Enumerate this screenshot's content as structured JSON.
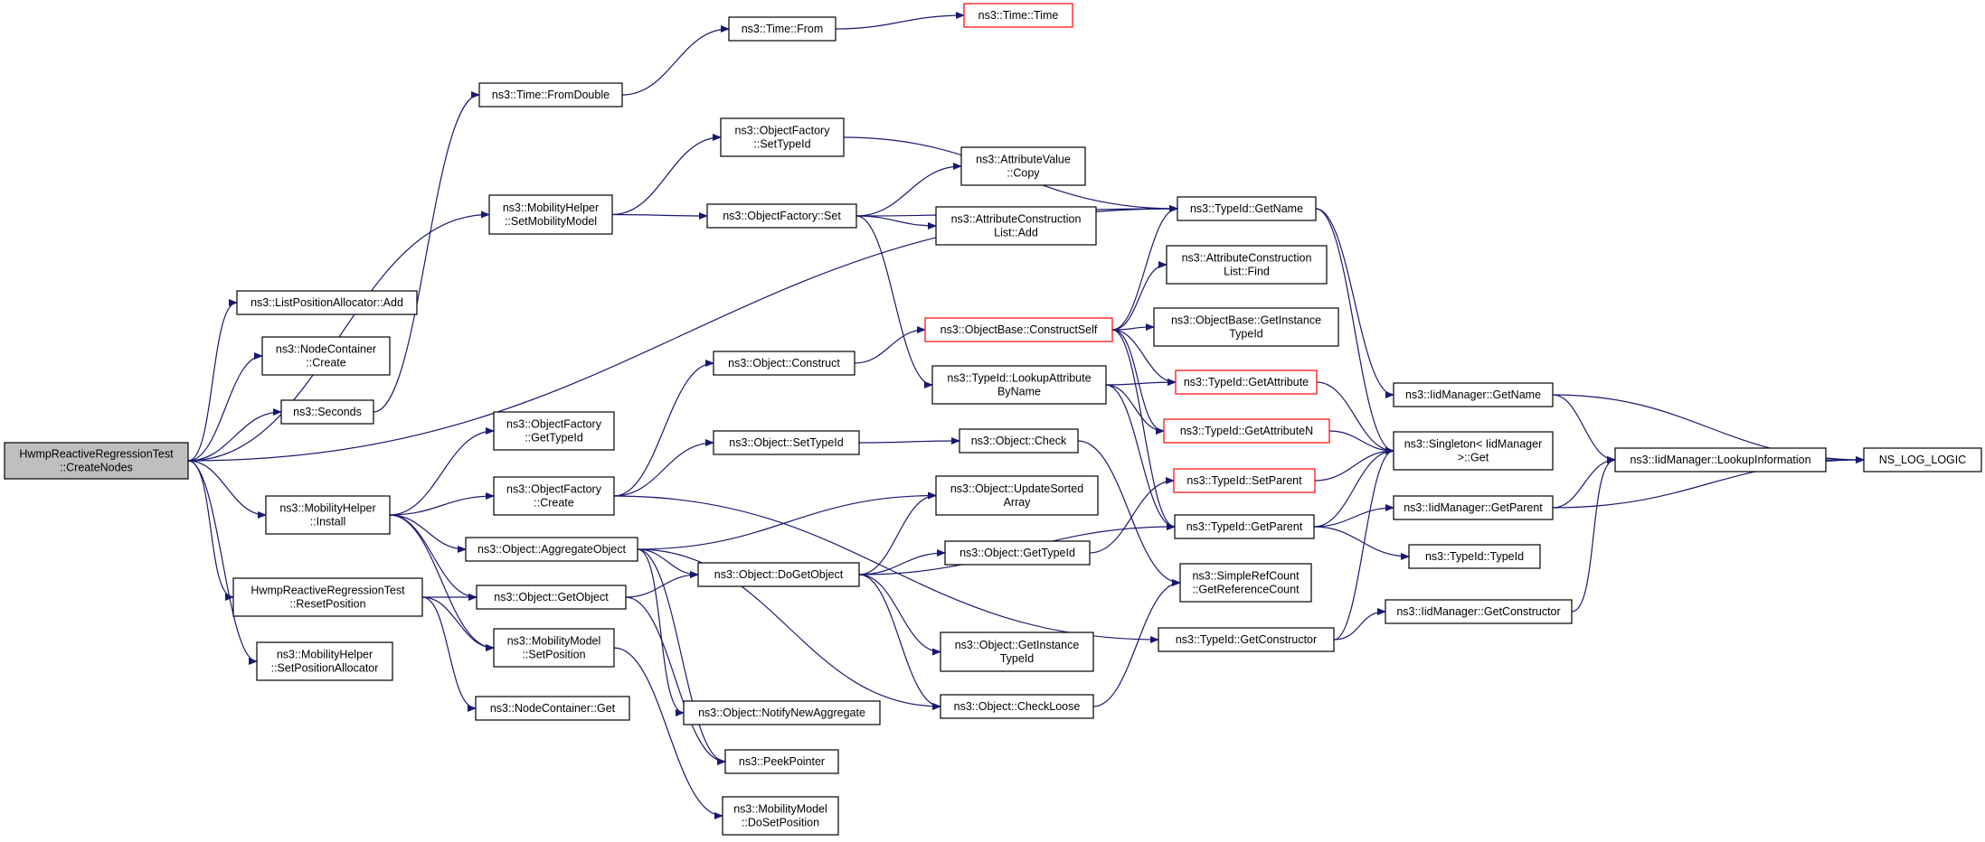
{
  "diagram": {
    "colors": {
      "edge": "#191970",
      "node_border": "#000000",
      "node_border_external": "#ff0000",
      "root_fill": "#bfbfbf",
      "node_fill": "#ffffff"
    },
    "nodes": [
      {
        "id": "root",
        "lines": [
          "HwmpReactiveRegressionTest",
          "::CreateNodes"
        ],
        "style": "root"
      },
      {
        "id": "listadd",
        "lines": [
          "ns3::ListPositionAllocator::Add"
        ]
      },
      {
        "id": "nccreate",
        "lines": [
          "ns3::NodeContainer",
          "::Create"
        ]
      },
      {
        "id": "seconds",
        "lines": [
          "ns3::Seconds"
        ]
      },
      {
        "id": "setmob",
        "lines": [
          "ns3::MobilityHelper",
          "::SetMobilityModel"
        ]
      },
      {
        "id": "install",
        "lines": [
          "ns3::MobilityHelper",
          "::Install"
        ]
      },
      {
        "id": "resetpos",
        "lines": [
          "HwmpReactiveRegressionTest",
          "::ResetPosition"
        ]
      },
      {
        "id": "setposalloc",
        "lines": [
          "ns3::MobilityHelper",
          "::SetPositionAllocator"
        ]
      },
      {
        "id": "fromdouble",
        "lines": [
          "ns3::Time::FromDouble"
        ]
      },
      {
        "id": "from",
        "lines": [
          "ns3::Time::From"
        ]
      },
      {
        "id": "time",
        "lines": [
          "ns3::Time::Time"
        ],
        "style": "external"
      },
      {
        "id": "ofsettypeid",
        "lines": [
          "ns3::ObjectFactory",
          "::SetTypeId"
        ]
      },
      {
        "id": "ofset",
        "lines": [
          "ns3::ObjectFactory::Set"
        ]
      },
      {
        "id": "avcopy",
        "lines": [
          "ns3::AttributeValue",
          "::Copy"
        ]
      },
      {
        "id": "acladd",
        "lines": [
          "ns3::AttributeConstruction",
          "List::Add"
        ]
      },
      {
        "id": "ofgettypeid",
        "lines": [
          "ns3::ObjectFactory",
          "::GetTypeId"
        ]
      },
      {
        "id": "ofcreate",
        "lines": [
          "ns3::ObjectFactory",
          "::Create"
        ]
      },
      {
        "id": "objconstruct",
        "lines": [
          "ns3::Object::Construct"
        ]
      },
      {
        "id": "objsettypeid",
        "lines": [
          "ns3::Object::SetTypeId"
        ]
      },
      {
        "id": "aggregate",
        "lines": [
          "ns3::Object::AggregateObject"
        ]
      },
      {
        "id": "getobject",
        "lines": [
          "ns3::Object::GetObject"
        ]
      },
      {
        "id": "mmsetpos",
        "lines": [
          "ns3::MobilityModel",
          "::SetPosition"
        ]
      },
      {
        "id": "ncget",
        "lines": [
          "ns3::NodeContainer::Get"
        ]
      },
      {
        "id": "constructself",
        "lines": [
          "ns3::ObjectBase::ConstructSelf"
        ],
        "style": "external"
      },
      {
        "id": "lookupattr",
        "lines": [
          "ns3::TypeId::LookupAttribute",
          "ByName"
        ]
      },
      {
        "id": "objcheck",
        "lines": [
          "ns3::Object::Check"
        ]
      },
      {
        "id": "updatesorted",
        "lines": [
          "ns3::Object::UpdateSorted",
          "Array"
        ]
      },
      {
        "id": "dogetobject",
        "lines": [
          "ns3::Object::DoGetObject"
        ]
      },
      {
        "id": "objgettypeid",
        "lines": [
          "ns3::Object::GetTypeId"
        ]
      },
      {
        "id": "getinsttypeid",
        "lines": [
          "ns3::Object::GetInstance",
          "TypeId"
        ]
      },
      {
        "id": "notifyagg",
        "lines": [
          "ns3::Object::NotifyNewAggregate"
        ]
      },
      {
        "id": "checkloose",
        "lines": [
          "ns3::Object::CheckLoose"
        ]
      },
      {
        "id": "peekpointer",
        "lines": [
          "ns3::PeekPointer"
        ]
      },
      {
        "id": "dosetpos",
        "lines": [
          "ns3::MobilityModel",
          "::DoSetPosition"
        ]
      },
      {
        "id": "tidgetname",
        "lines": [
          "ns3::TypeId::GetName"
        ]
      },
      {
        "id": "aclfind",
        "lines": [
          "ns3::AttributeConstruction",
          "List::Find"
        ]
      },
      {
        "id": "obgetinst",
        "lines": [
          "ns3::ObjectBase::GetInstance",
          "TypeId"
        ]
      },
      {
        "id": "tidgetattr",
        "lines": [
          "ns3::TypeId::GetAttribute"
        ],
        "style": "external"
      },
      {
        "id": "tidgetattrn",
        "lines": [
          "ns3::TypeId::GetAttributeN"
        ],
        "style": "external"
      },
      {
        "id": "tidsetparent",
        "lines": [
          "ns3::TypeId::SetParent"
        ],
        "style": "external"
      },
      {
        "id": "tidgetparent",
        "lines": [
          "ns3::TypeId::GetParent"
        ]
      },
      {
        "id": "refcount",
        "lines": [
          "ns3::SimpleRefCount",
          "::GetReferenceCount"
        ]
      },
      {
        "id": "tidgetctor",
        "lines": [
          "ns3::TypeId::GetConstructor"
        ]
      },
      {
        "id": "iidgetname",
        "lines": [
          "ns3::IidManager::GetName"
        ]
      },
      {
        "id": "singleton",
        "lines": [
          "ns3::Singleton< IidManager",
          ">::Get"
        ]
      },
      {
        "id": "iidgetparent",
        "lines": [
          "ns3::IidManager::GetParent"
        ]
      },
      {
        "id": "tidtypeid",
        "lines": [
          "ns3::TypeId::TypeId"
        ]
      },
      {
        "id": "iidgetctor",
        "lines": [
          "ns3::IidManager::GetConstructor"
        ]
      },
      {
        "id": "lookupinfo",
        "lines": [
          "ns3::IidManager::LookupInformation"
        ]
      },
      {
        "id": "nslog",
        "lines": [
          "NS_LOG_LOGIC"
        ]
      }
    ],
    "edges": [
      [
        "root",
        "listadd"
      ],
      [
        "root",
        "nccreate"
      ],
      [
        "root",
        "seconds"
      ],
      [
        "root",
        "setmob"
      ],
      [
        "root",
        "install"
      ],
      [
        "root",
        "resetpos"
      ],
      [
        "root",
        "setposalloc"
      ],
      [
        "root",
        "tidgetname"
      ],
      [
        "seconds",
        "fromdouble"
      ],
      [
        "fromdouble",
        "from"
      ],
      [
        "from",
        "time"
      ],
      [
        "setmob",
        "ofsettypeid"
      ],
      [
        "setmob",
        "ofset"
      ],
      [
        "ofsettypeid",
        "tidgetname"
      ],
      [
        "ofset",
        "avcopy"
      ],
      [
        "ofset",
        "acladd"
      ],
      [
        "ofset",
        "tidgetname"
      ],
      [
        "ofset",
        "lookupattr"
      ],
      [
        "install",
        "ofgettypeid"
      ],
      [
        "install",
        "ofcreate"
      ],
      [
        "install",
        "aggregate"
      ],
      [
        "install",
        "getobject"
      ],
      [
        "install",
        "mmsetpos"
      ],
      [
        "resetpos",
        "getobject"
      ],
      [
        "resetpos",
        "mmsetpos"
      ],
      [
        "resetpos",
        "ncget"
      ],
      [
        "ofcreate",
        "objconstruct"
      ],
      [
        "ofcreate",
        "objsettypeid"
      ],
      [
        "ofcreate",
        "tidgetctor"
      ],
      [
        "objconstruct",
        "constructself"
      ],
      [
        "objsettypeid",
        "objcheck"
      ],
      [
        "objcheck",
        "refcount"
      ],
      [
        "aggregate",
        "updatesorted"
      ],
      [
        "aggregate",
        "dogetobject"
      ],
      [
        "aggregate",
        "notifyagg"
      ],
      [
        "aggregate",
        "checkloose"
      ],
      [
        "aggregate",
        "peekpointer"
      ],
      [
        "getobject",
        "dogetobject"
      ],
      [
        "getobject",
        "peekpointer"
      ],
      [
        "mmsetpos",
        "dosetpos"
      ],
      [
        "dogetobject",
        "updatesorted"
      ],
      [
        "dogetobject",
        "objgettypeid"
      ],
      [
        "dogetobject",
        "getinsttypeid"
      ],
      [
        "dogetobject",
        "checkloose"
      ],
      [
        "dogetobject",
        "tidgetparent"
      ],
      [
        "checkloose",
        "refcount"
      ],
      [
        "objgettypeid",
        "tidsetparent"
      ],
      [
        "constructself",
        "tidgetname"
      ],
      [
        "constructself",
        "aclfind"
      ],
      [
        "constructself",
        "obgetinst"
      ],
      [
        "constructself",
        "tidgetattr"
      ],
      [
        "constructself",
        "tidgetattrn"
      ],
      [
        "constructself",
        "tidgetparent"
      ],
      [
        "lookupattr",
        "tidgetattr"
      ],
      [
        "lookupattr",
        "tidgetattrn"
      ],
      [
        "lookupattr",
        "tidgetparent"
      ],
      [
        "tidgetname",
        "iidgetname"
      ],
      [
        "tidgetname",
        "singleton"
      ],
      [
        "tidgetattr",
        "singleton"
      ],
      [
        "tidgetattrn",
        "singleton"
      ],
      [
        "tidsetparent",
        "singleton"
      ],
      [
        "tidgetparent",
        "singleton"
      ],
      [
        "tidgetparent",
        "iidgetparent"
      ],
      [
        "tidgetparent",
        "tidtypeid"
      ],
      [
        "tidgetctor",
        "singleton"
      ],
      [
        "tidgetctor",
        "iidgetctor"
      ],
      [
        "iidgetname",
        "lookupinfo"
      ],
      [
        "iidgetname",
        "nslog"
      ],
      [
        "iidgetparent",
        "lookupinfo"
      ],
      [
        "iidgetparent",
        "nslog"
      ],
      [
        "iidgetctor",
        "lookupinfo"
      ],
      [
        "lookupinfo",
        "nslog"
      ]
    ]
  }
}
